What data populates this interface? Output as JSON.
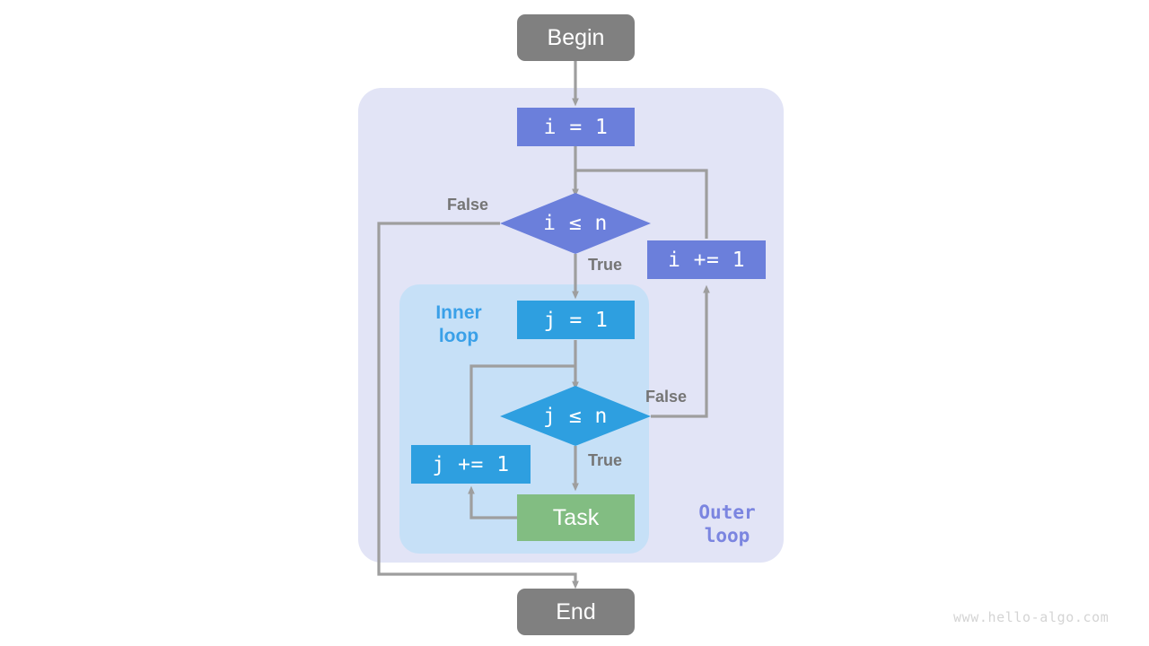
{
  "diagram": {
    "title_watermark": "www.hello-algo.com",
    "background": "#ffffff",
    "arrow_color": "#9e9e9e",
    "edge_label_color": "#757575"
  },
  "containers": {
    "outer": {
      "label_line1": "Outer",
      "label_line2": "loop",
      "color": "#e2e4f6",
      "label_color": "#7b85e0"
    },
    "inner": {
      "label_line1": "Inner",
      "label_line2": "loop",
      "color": "#c6e0f7",
      "label_color": "#3aa0e8"
    }
  },
  "nodes": {
    "begin": {
      "label": "Begin",
      "color": "#808080",
      "shape": "terminal"
    },
    "init_i": {
      "label": "i = 1",
      "color": "#6b7fdb",
      "shape": "process"
    },
    "cond_i": {
      "label": "i ≤ n",
      "color": "#6b7fdb",
      "shape": "decision"
    },
    "incr_i": {
      "label": "i += 1",
      "color": "#6b7fdb",
      "shape": "process"
    },
    "init_j": {
      "label": "j = 1",
      "color": "#2e9fe0",
      "shape": "process"
    },
    "cond_j": {
      "label": "j ≤ n",
      "color": "#2e9fe0",
      "shape": "decision"
    },
    "incr_j": {
      "label": "j += 1",
      "color": "#2e9fe0",
      "shape": "process"
    },
    "task": {
      "label": "Task",
      "color": "#82bd82",
      "shape": "process"
    },
    "end": {
      "label": "End",
      "color": "#808080",
      "shape": "terminal"
    }
  },
  "edge_labels": {
    "i_false": "False",
    "i_true": "True",
    "j_false": "False",
    "j_true": "True"
  }
}
